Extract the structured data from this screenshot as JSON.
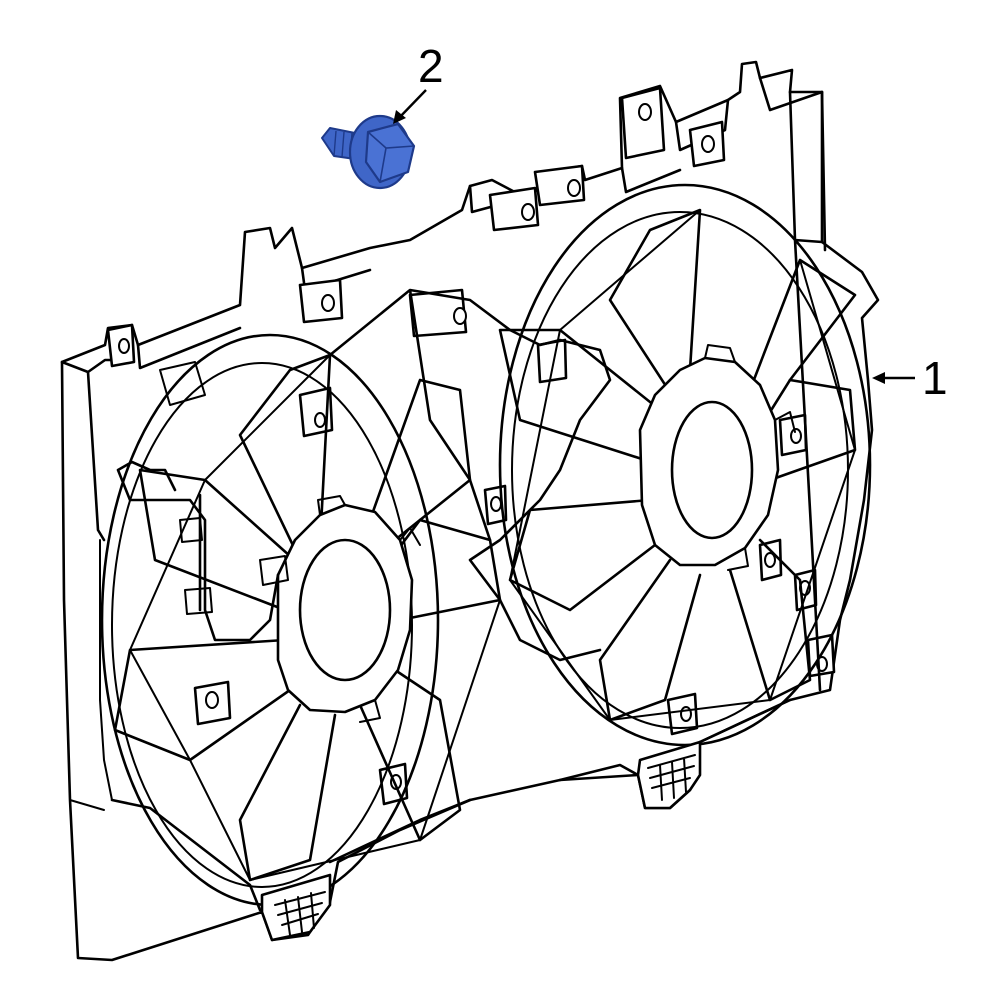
{
  "callouts": [
    {
      "number": "1",
      "part": "fan-shroud-assembly"
    },
    {
      "number": "2",
      "part": "bolt"
    }
  ],
  "colors": {
    "line": "#000000",
    "background": "#ffffff",
    "highlight": "#3f66c8",
    "highlight_dark": "#1e3a8a"
  }
}
